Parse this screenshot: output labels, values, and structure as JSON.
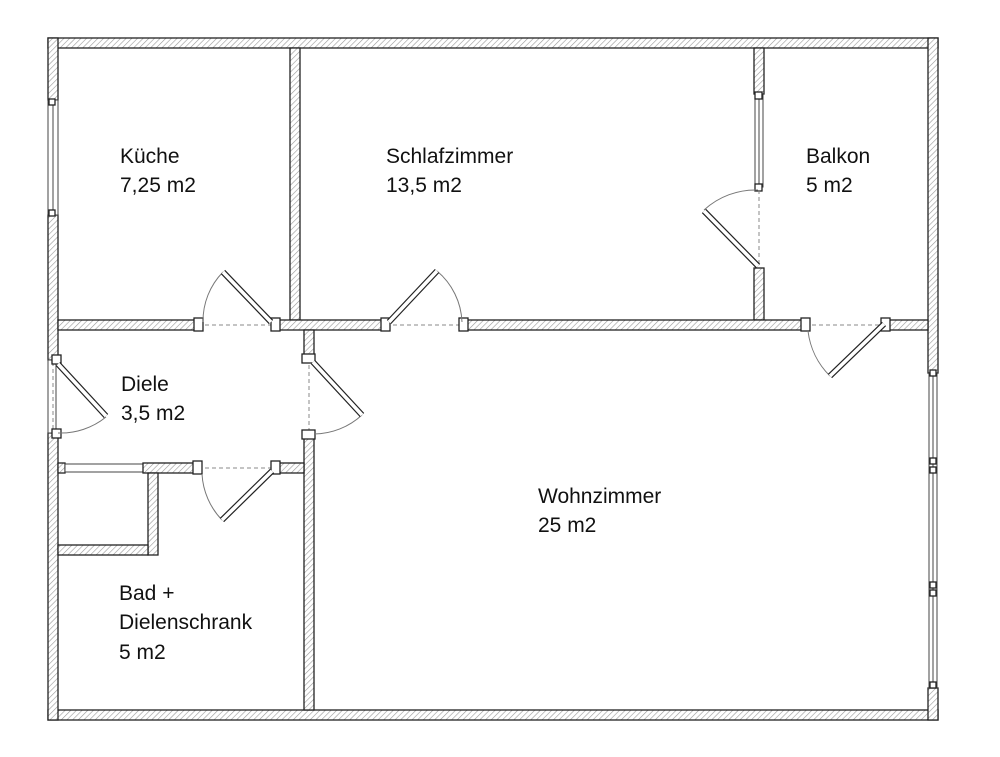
{
  "rooms": {
    "kueche": {
      "name": "Küche",
      "area": "7,25 m2"
    },
    "schlafzimmer": {
      "name": "Schlafzimmer",
      "area": "13,5 m2"
    },
    "balkon": {
      "name": "Balkon",
      "area": "5 m2"
    },
    "diele": {
      "name": "Diele",
      "area": "3,5 m2"
    },
    "wohnzimmer": {
      "name": "Wohnzimmer",
      "area": "25 m2"
    },
    "bad": {
      "name_line1": "Bad +",
      "name_line2": "Dielenschrank",
      "area": "5 m2"
    }
  }
}
